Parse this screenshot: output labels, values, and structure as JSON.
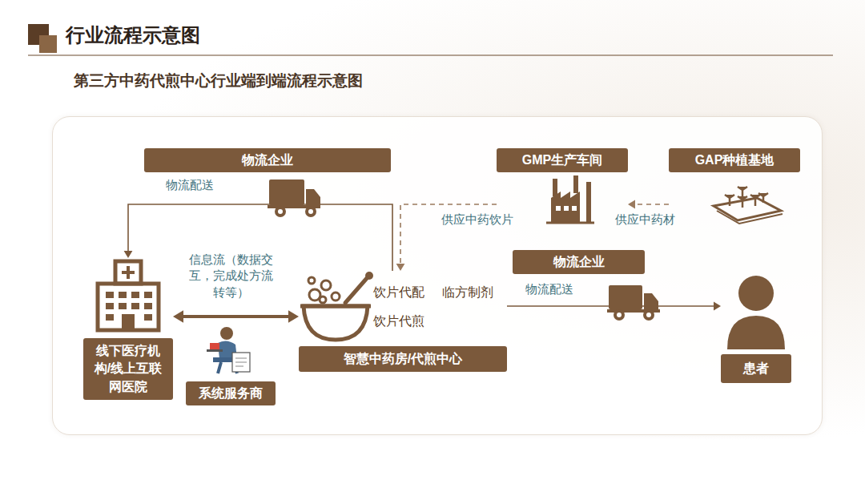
{
  "diagram": {
    "title": "行业流程示意图",
    "nodes": [
      {
        "text": [
          "物流企业"
        ]
      },
      {
        "text": [
          "GMP生产车间"
        ]
      },
      {
        "text": [
          "GAP种植基地"
        ]
      },
      {
        "text": [
          "物流企业"
        ]
      },
      {
        "text": [
          "线下医疗机构/线上互联网医院"
        ]
      },
      {
        "text": [
          "系统服务商"
        ]
      },
      {
        "text": [
          "智慧中药房/代煎中心"
        ]
      },
      {
        "text": [
          "患者"
        ]
      }
    ],
    "edges": [
      {
        "from": 6,
        "to": 4,
        "label": "物流配送",
        "arrow": "to"
      },
      {
        "from": 2,
        "to": 1,
        "label": "供应中药材",
        "arrow": "to"
      },
      {
        "from": 1,
        "to": 6,
        "label": "供应中药饮片",
        "arrow": "to"
      },
      {
        "from": 4,
        "to": 6,
        "label": "信息流（数据交互，完成处方流转等）",
        "arrow": "both"
      },
      {
        "from": 6,
        "to": 7,
        "label": "物流配送",
        "arrow": "to"
      }
    ],
    "labels": [
      "第三方中药代煎中心行业端到端流程示意图",
      "饮片代配",
      "饮片代煎",
      "临方制剂"
    ]
  }
}
